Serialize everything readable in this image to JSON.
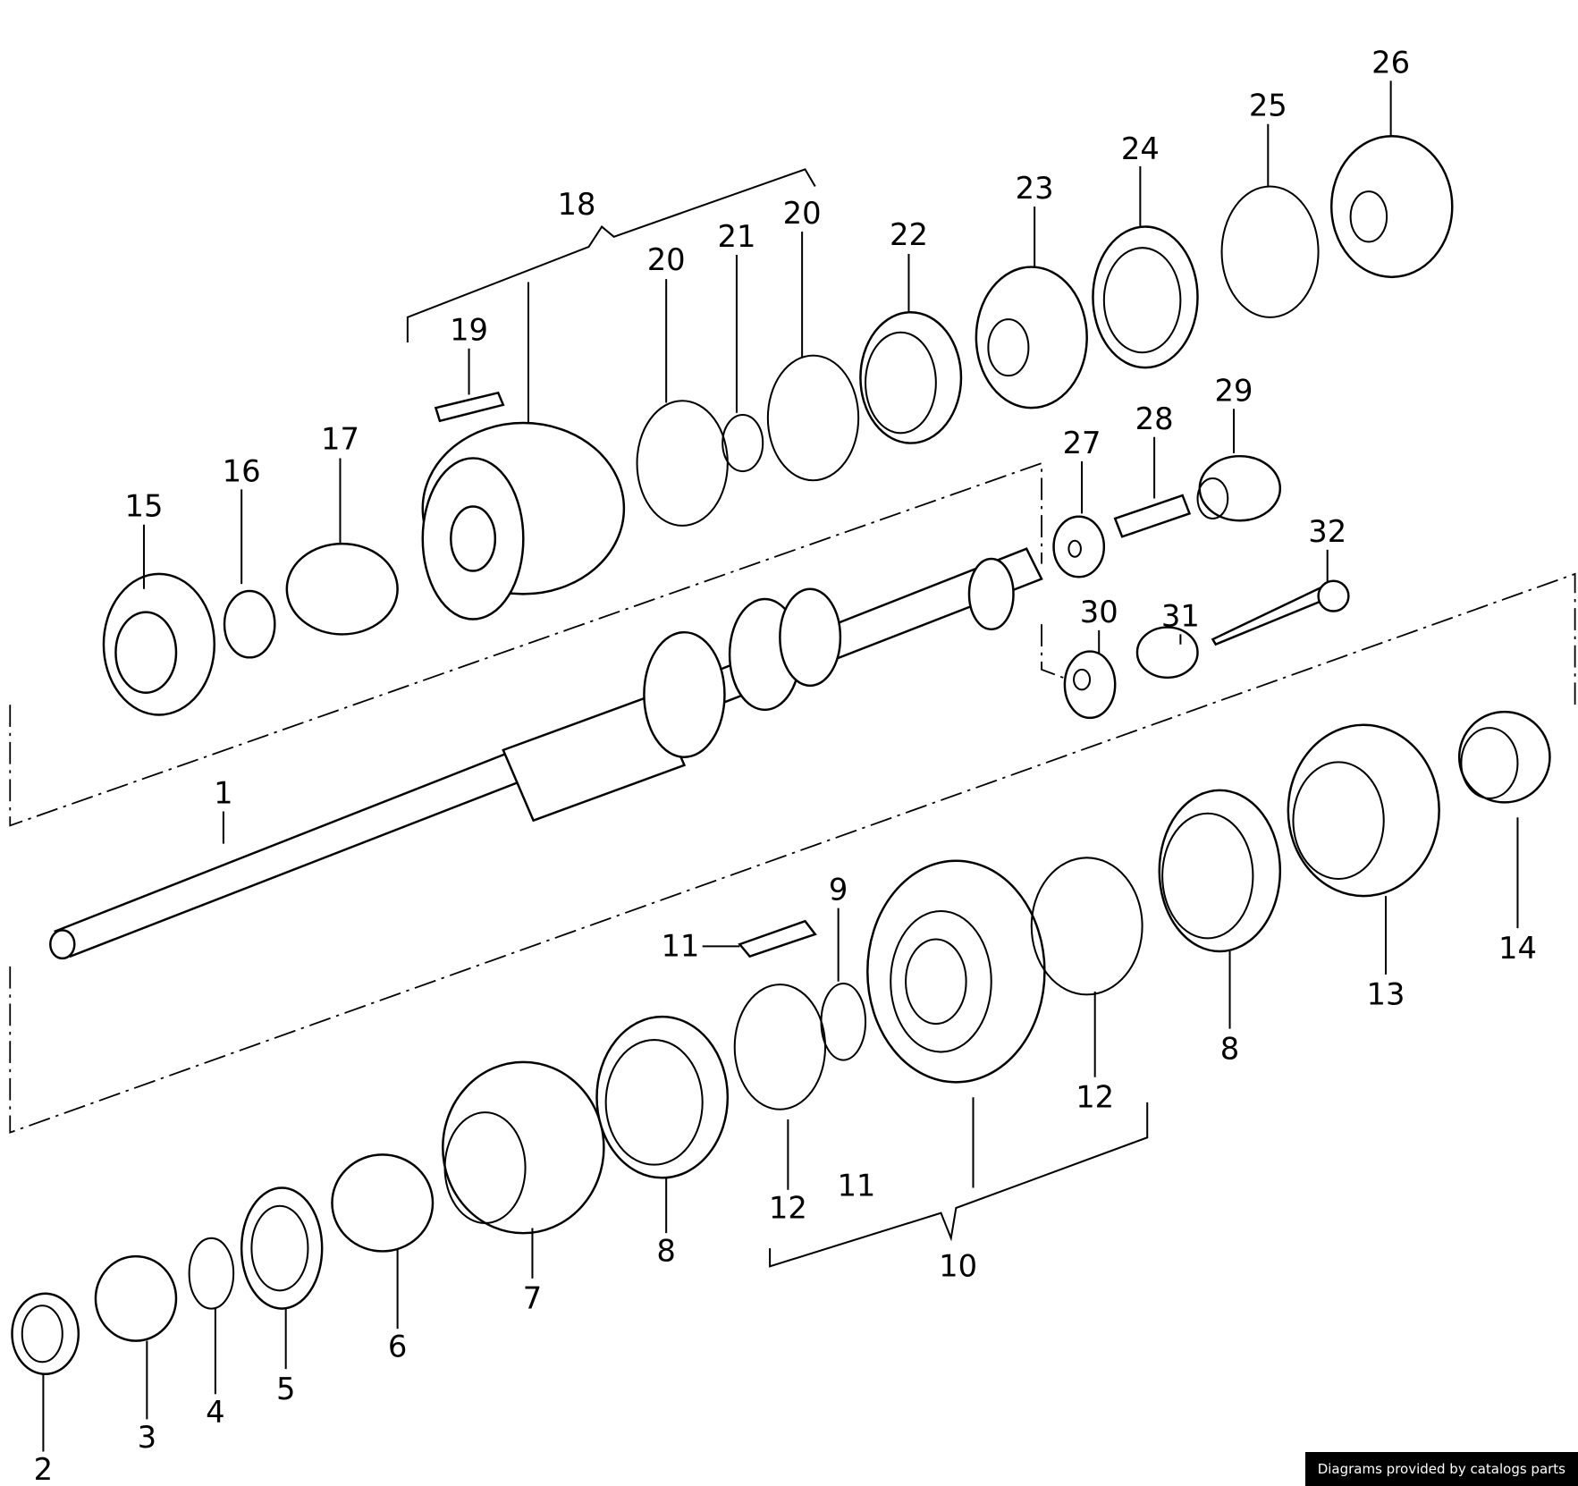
{
  "diagram": {
    "callouts": [
      "26",
      "25",
      "24",
      "23",
      "22",
      "20",
      "21",
      "20",
      "18",
      "19",
      "17",
      "16",
      "15",
      "27",
      "28",
      "29",
      "32",
      "31",
      "30",
      "1",
      "14",
      "13",
      "8",
      "12",
      "9",
      "11",
      "10",
      "11",
      "12",
      "8",
      "7",
      "6",
      "5",
      "4",
      "3",
      "2"
    ]
  },
  "footer": {
    "credit": "Diagrams provided by catalogs parts"
  }
}
